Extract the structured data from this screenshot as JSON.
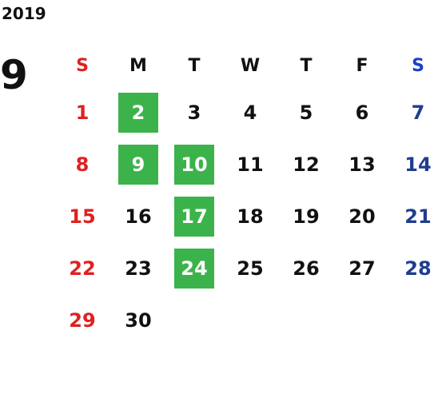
{
  "calendar": {
    "year": "2019",
    "month": "9",
    "weekdays": [
      "S",
      "M",
      "T",
      "W",
      "T",
      "F",
      "S"
    ],
    "highlight_color": "#3bb34a",
    "sunday_color": "#e02020",
    "saturday_color": "#1f3d8f",
    "weeks": [
      [
        {
          "day": "1"
        },
        {
          "day": "2",
          "highlighted": true
        },
        {
          "day": "3"
        },
        {
          "day": "4"
        },
        {
          "day": "5"
        },
        {
          "day": "6"
        },
        {
          "day": "7"
        }
      ],
      [
        {
          "day": "8"
        },
        {
          "day": "9",
          "highlighted": true
        },
        {
          "day": "10",
          "highlighted": true
        },
        {
          "day": "11"
        },
        {
          "day": "12"
        },
        {
          "day": "13"
        },
        {
          "day": "14"
        }
      ],
      [
        {
          "day": "15"
        },
        {
          "day": "16"
        },
        {
          "day": "17",
          "highlighted": true
        },
        {
          "day": "18"
        },
        {
          "day": "19"
        },
        {
          "day": "20"
        },
        {
          "day": "21"
        }
      ],
      [
        {
          "day": "22"
        },
        {
          "day": "23"
        },
        {
          "day": "24",
          "highlighted": true
        },
        {
          "day": "25"
        },
        {
          "day": "26"
        },
        {
          "day": "27"
        },
        {
          "day": "28"
        }
      ],
      [
        {
          "day": "29"
        },
        {
          "day": "30"
        },
        {
          "day": ""
        },
        {
          "day": ""
        },
        {
          "day": ""
        },
        {
          "day": ""
        },
        {
          "day": ""
        }
      ]
    ]
  }
}
